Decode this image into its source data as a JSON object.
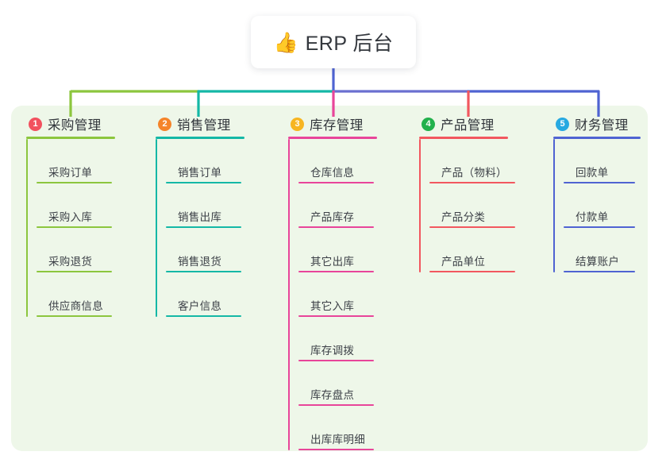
{
  "diagram": {
    "type": "mindmap",
    "background_color": "#ffffff",
    "panel_color": "#eef7e9"
  },
  "root": {
    "icon": "thumbs-up-icon",
    "emoji": "👍",
    "title": "ERP 后台"
  },
  "branches": [
    {
      "id": "purchasing",
      "number": "1",
      "title": "采购管理",
      "badge_color": "#f2515f",
      "line_color": "#8cc63e",
      "items": [
        {
          "label": "采购订单"
        },
        {
          "label": "采购入库"
        },
        {
          "label": "采购退货"
        },
        {
          "label": "供应商信息"
        }
      ]
    },
    {
      "id": "sales",
      "number": "2",
      "title": "销售管理",
      "badge_color": "#f5842a",
      "line_color": "#14b8a6",
      "items": [
        {
          "label": "销售订单"
        },
        {
          "label": "销售出库"
        },
        {
          "label": "销售退货"
        },
        {
          "label": "客户信息"
        }
      ]
    },
    {
      "id": "inventory",
      "number": "3",
      "title": "库存管理",
      "badge_color": "#f7b521",
      "line_color": "#e8459a",
      "items": [
        {
          "label": "仓库信息"
        },
        {
          "label": "产品库存"
        },
        {
          "label": "其它出库"
        },
        {
          "label": "其它入库"
        },
        {
          "label": "库存调拨"
        },
        {
          "label": "库存盘点"
        },
        {
          "label": "出库库明细"
        }
      ]
    },
    {
      "id": "product",
      "number": "4",
      "title": "产品管理",
      "badge_color": "#22b14c",
      "line_color": "#f2575f",
      "items": [
        {
          "label": "产品（物料）"
        },
        {
          "label": "产品分类"
        },
        {
          "label": "产品单位"
        }
      ]
    },
    {
      "id": "finance",
      "number": "5",
      "title": "财务管理",
      "badge_color": "#27a9e1",
      "line_color": "#4f63d2",
      "items": [
        {
          "label": "回款单"
        },
        {
          "label": "付款单"
        },
        {
          "label": "结算账户"
        }
      ]
    }
  ],
  "connectors": {
    "root_stem_color": "#4f63d2",
    "bus_segments": [
      {
        "from": "purchasing",
        "color": "#8cc63e"
      },
      {
        "from": "sales",
        "color": "#14b8a6"
      },
      {
        "from": "inventory",
        "color": "#6a6fd0"
      },
      {
        "from": "product",
        "color": "#4f63d2"
      },
      {
        "from": "finance",
        "color": "#4f63d2"
      }
    ]
  }
}
